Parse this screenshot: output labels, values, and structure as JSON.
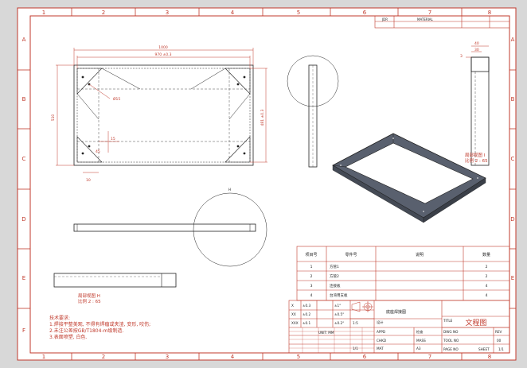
{
  "border": {
    "columns": [
      "1",
      "2",
      "3",
      "4",
      "5",
      "6",
      "7",
      "8"
    ],
    "rows": [
      "A",
      "B",
      "C",
      "D",
      "E",
      "F"
    ]
  },
  "top_block": {
    "label1": "JDR",
    "label2": "MATERIAL"
  },
  "dims": {
    "overall_width": "1000",
    "inner_width": "970 ±0.3",
    "overall_height": "510",
    "inner_height": "481 ±0.3",
    "hole": "Ø15",
    "corner_a": "10",
    "corner_b": "15",
    "corner_c": "45",
    "side_a": "40",
    "side_b": "30",
    "side_c": "3"
  },
  "iso_note": {
    "line1": "局部视图 I",
    "line2": "比例 2 : 65"
  },
  "section_note": {
    "line1": "局部视图 H",
    "line2": "比例 2 : 65"
  },
  "labels": {
    "view_h": "H"
  },
  "bom": {
    "headers": [
      "项目号",
      "零件号",
      "说明",
      "数量"
    ],
    "rows": [
      [
        "1",
        "方管1",
        "",
        "2"
      ],
      [
        "2",
        "方管2",
        "",
        "2"
      ],
      [
        "3",
        "连接板",
        "",
        "4"
      ],
      [
        "4",
        "台湾用支板",
        "",
        "4"
      ]
    ]
  },
  "notes": {
    "title": "技术要求:",
    "lines": [
      "1.焊接平整美观, 不得有焊瘤或夹渣, 变形, 咬伤;",
      "2.未注公差按GB/T1804-m级制造.",
      "3.表面喷塑, 白色."
    ]
  },
  "title_block": {
    "part_name": "文程图",
    "drawing_name": "底座焊接图",
    "tol_rows": [
      "X",
      "XX",
      "XXX"
    ],
    "tol_vals": [
      "±0.3",
      "±0.2",
      "±0.1"
    ],
    "ang_vals": [
      "±1°",
      "±0.5°",
      "±0.2°"
    ],
    "unit_label": "UNIT: MM",
    "design": "设计",
    "check": "检查",
    "appr": "APPD",
    "checker": "CHKD",
    "mass_label": "MASS",
    "material_label": "MAT",
    "title_label": "TITLE",
    "dwg_no_label": "DWG NO",
    "tool_no_label": "TOOL NO",
    "page_no_label": "PAGE NO",
    "scale_val": "1:5",
    "sheet_label": "SHEET",
    "sheet_val": "1/1",
    "rev_label": "REV",
    "rev_val": "00",
    "mass_val": "A3",
    "ratio_val": "1/1"
  }
}
